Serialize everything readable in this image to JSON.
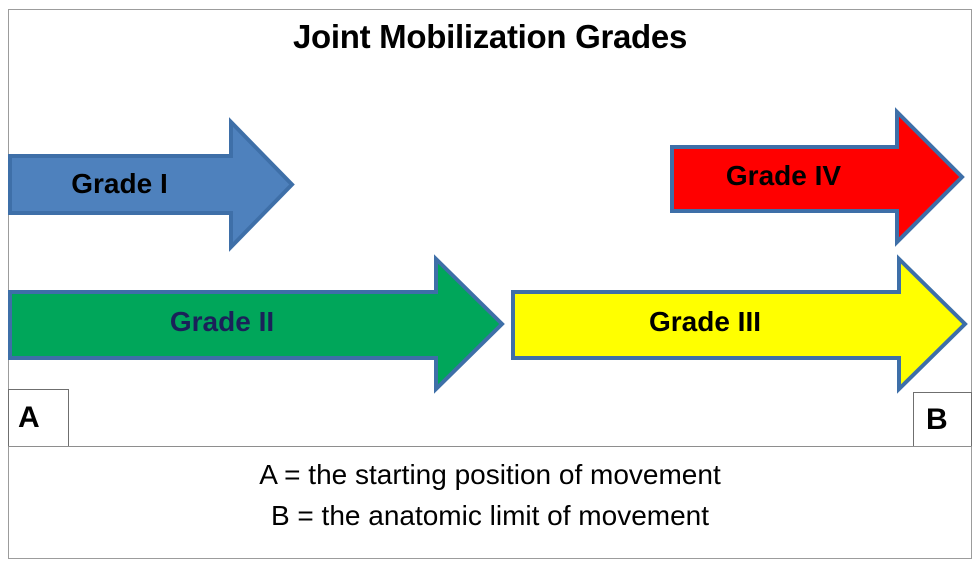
{
  "title": "Joint Mobilization Grades",
  "colors": {
    "arrow_outline": "#3E6FA8",
    "grade1_fill": "#4E81BD",
    "grade2_fill": "#00A65A",
    "grade3_fill": "#FFFF00",
    "grade4_fill": "#FF0000",
    "frame": "#9C9C9C",
    "navy_text": "#1A2159",
    "black_text": "#000000"
  },
  "arrows": [
    {
      "id": "grade-1",
      "label": "Grade I",
      "fill": "#4E81BD",
      "outline": "#3E6FA8",
      "text_color": "#000000",
      "row": "upper",
      "direction": "right"
    },
    {
      "id": "grade-4",
      "label": "Grade IV",
      "fill": "#FF0000",
      "outline": "#3E6FA8",
      "text_color": "#000000",
      "row": "upper",
      "direction": "right"
    },
    {
      "id": "grade-2",
      "label": "Grade II",
      "fill": "#00A65A",
      "outline": "#3E6FA8",
      "text_color": "#1A2159",
      "row": "lower",
      "direction": "right"
    },
    {
      "id": "grade-3",
      "label": "Grade III",
      "fill": "#FFFF00",
      "outline": "#3E6FA8",
      "text_color": "#000000",
      "row": "lower",
      "direction": "right"
    }
  ],
  "markers": {
    "a": "A",
    "b": "B"
  },
  "legend": {
    "line_a": "A = the starting position of movement",
    "line_b": "B = the anatomic limit of movement"
  }
}
